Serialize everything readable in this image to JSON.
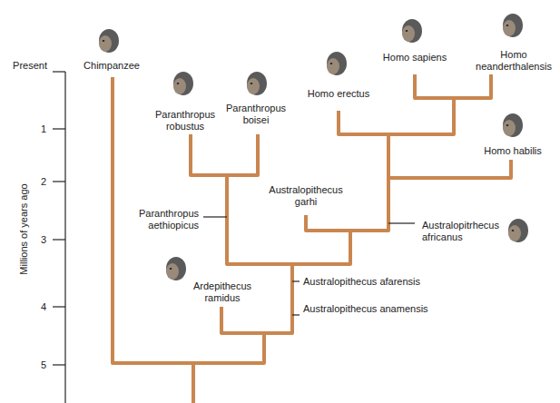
{
  "diagram": {
    "labels": [
      "Present",
      "1",
      "2",
      "3",
      "4",
      "5",
      "Millions of years ago",
      "Chimpanzee",
      "Paranthropus robustus",
      "Paranthropus boisei",
      "Homo erectus",
      "Homo sapiens",
      "Homo neanderthalensis",
      "Homo habilis",
      "Australopithecus garhi",
      "Paranthropus aethiopicus",
      "Australopitrhecus africanus",
      "Ardepithecus ramidus",
      "Australopithecus afarensis",
      "Australopithecus anamensis"
    ]
  }
}
